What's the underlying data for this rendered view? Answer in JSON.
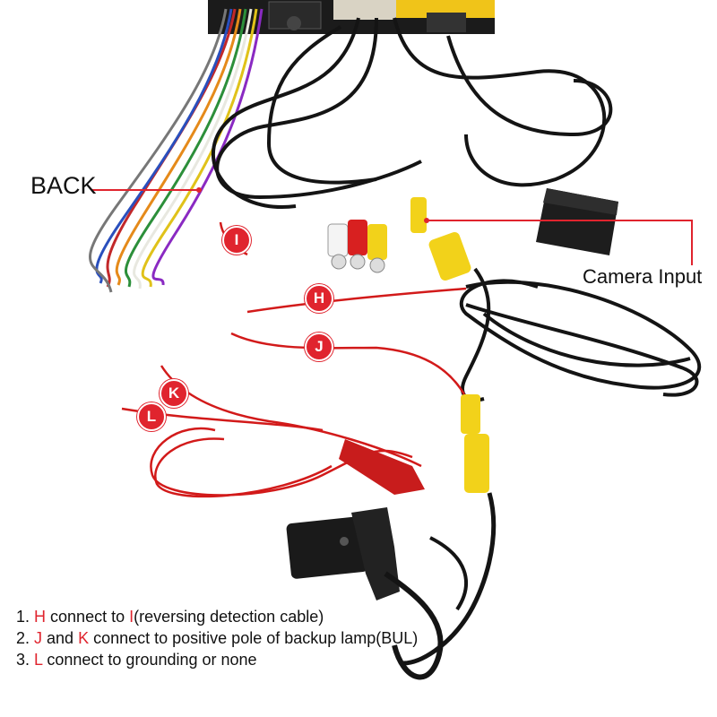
{
  "labels": {
    "back": "BACK",
    "camera_input": "Camera Input"
  },
  "markers": {
    "h": "H",
    "i": "I",
    "j": "J",
    "k": "K",
    "l": "L"
  },
  "notes": [
    {
      "num": "1.",
      "key": "H",
      "text": " connect to ",
      "key2": "I",
      "rest": "(reversing detection cable)"
    },
    {
      "num": "2.",
      "key": "J",
      "text": " and ",
      "key2": "K",
      "rest": " connect to positive pole of backup lamp(BUL)"
    },
    {
      "num": "3.",
      "key": "L",
      "text": " connect to grounding or none",
      "key2": "",
      "rest": ""
    }
  ],
  "colors": {
    "marker_red": "#e0242e",
    "rca_yellow": "#f2d21a",
    "rca_red": "#d82020",
    "cable_black": "#141414"
  }
}
